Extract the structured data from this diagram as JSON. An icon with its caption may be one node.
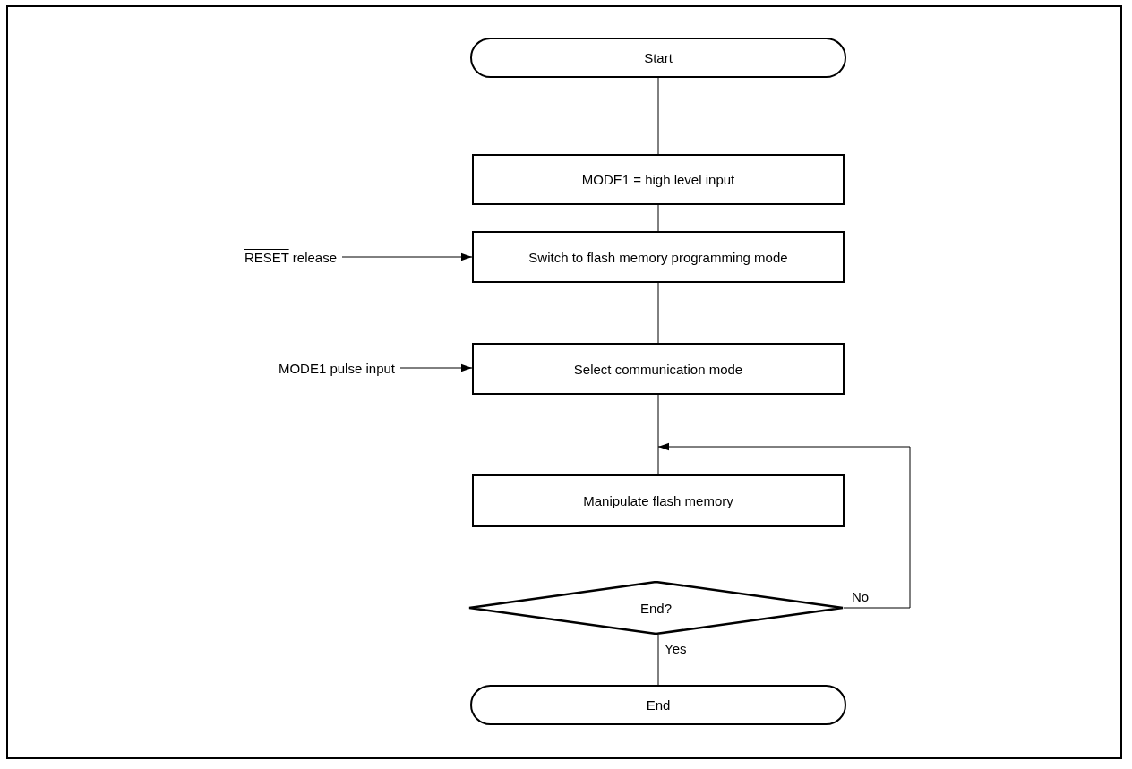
{
  "diagram": {
    "nodes": [
      {
        "text": [
          "Start"
        ]
      },
      {
        "text": [
          "MODE1 = high level input"
        ]
      },
      {
        "text": [
          "RESET release"
        ]
      },
      {
        "text": [
          "Switch to flash memory programming mode"
        ]
      },
      {
        "text": [
          "MODE1 pulse input"
        ]
      },
      {
        "text": [
          "Select communication mode"
        ]
      },
      {
        "text": [
          "Manipulate flash memory"
        ]
      },
      {
        "text": [
          "End?"
        ]
      },
      {
        "text": [
          "End"
        ]
      }
    ],
    "edges": [
      {
        "from": 0,
        "to": 1,
        "arrow": "none"
      },
      {
        "from": 1,
        "to": 3,
        "arrow": "none"
      },
      {
        "from": 2,
        "to": 3,
        "arrow": "to"
      },
      {
        "from": 3,
        "to": 5,
        "arrow": "none"
      },
      {
        "from": 4,
        "to": 5,
        "arrow": "to"
      },
      {
        "from": 5,
        "to": 6,
        "arrow": "none"
      },
      {
        "from": 6,
        "to": 7,
        "arrow": "none"
      },
      {
        "from": 7,
        "to": 6,
        "arrow": "to",
        "label": "No"
      },
      {
        "from": 7,
        "to": 8,
        "arrow": "none",
        "label": "Yes"
      }
    ]
  }
}
